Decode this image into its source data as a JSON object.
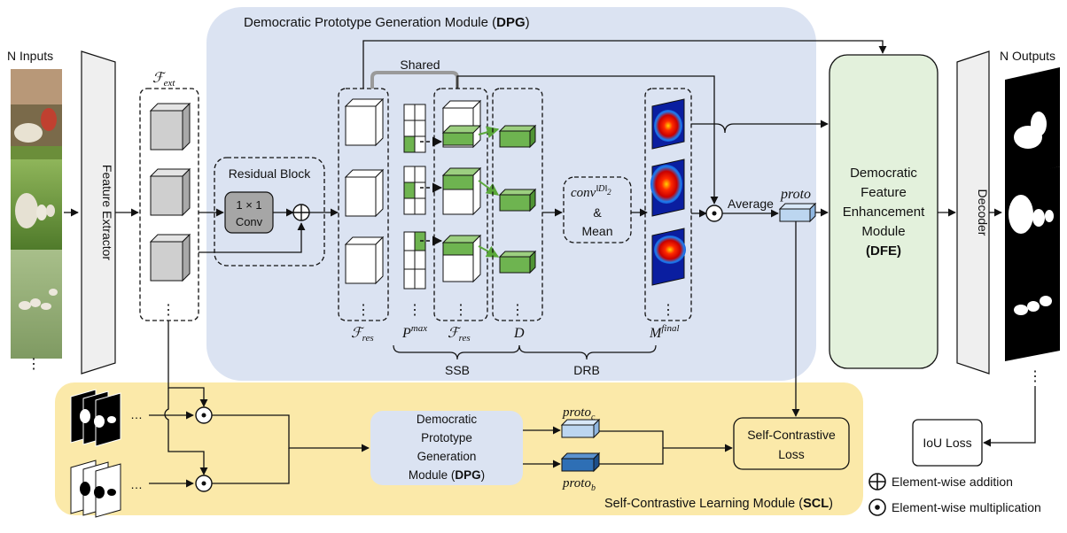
{
  "dpg_title_pre": "Democratic Prototype Generation Module (",
  "dpg_title_bold": "DPG",
  "dpg_title_post": ")",
  "n_inputs": "N Inputs",
  "n_outputs": "N Outputs",
  "feature_extractor": "Feature Extractor",
  "decoder": "Decoder",
  "f_ext_sym": "ℱ",
  "f_ext_sub": "ext",
  "f_res_sym": "ℱ",
  "f_res_sub": "res",
  "residual_block": "Residual Block",
  "conv_line1": "1 × 1",
  "conv_line2": "Conv",
  "shared": "Shared",
  "p_max_base": "P",
  "p_max_sup": "max",
  "d_label": "D",
  "m_final_base": "M",
  "m_final_sup": "final",
  "conv_norm_base": "conv",
  "conv_norm_sup": "‖D‖",
  "conv_norm_sub": "2",
  "amp": "&",
  "mean": "Mean",
  "average": "Average",
  "proto": "proto",
  "ssb": "SSB",
  "drb": "DRB",
  "dfe_line1": "Democratic",
  "dfe_line2": "Feature",
  "dfe_line3": "Enhancement",
  "dfe_line4": "Module",
  "dfe_abbr": "(DFE)",
  "dots": "⋮",
  "ellipsis": "…",
  "scl_dpg_line1": "Democratic",
  "scl_dpg_line2": "Prototype",
  "scl_dpg_line3": "Generation",
  "scl_dpg_line4_pre": "Module (",
  "scl_dpg_line4_bold": "DPG",
  "scl_dpg_line4_post": ")",
  "proto_c_base": "proto",
  "proto_c_sub": "c",
  "proto_b_base": "proto",
  "proto_b_sub": "b",
  "self_contrastive_line1": "Self-Contrastive",
  "self_contrastive_line2": "Loss",
  "scl_title_pre": "Self-Contrastive Learning Module (",
  "scl_title_bold": "SCL",
  "scl_title_post": ")",
  "iou_loss": "IoU Loss",
  "legend_add": "Element-wise addition",
  "legend_mul": "Element-wise multiplication",
  "colors": {
    "dpg_region": "#dbe3f2",
    "scl_region": "#fbe9a9",
    "dfe_fill": "#e3f1dc",
    "green_cube": "#6eb450",
    "proto_light": "#bcd6f0",
    "proto_dark": "#2e6fb5",
    "conv_fill": "#a6a6a6"
  }
}
